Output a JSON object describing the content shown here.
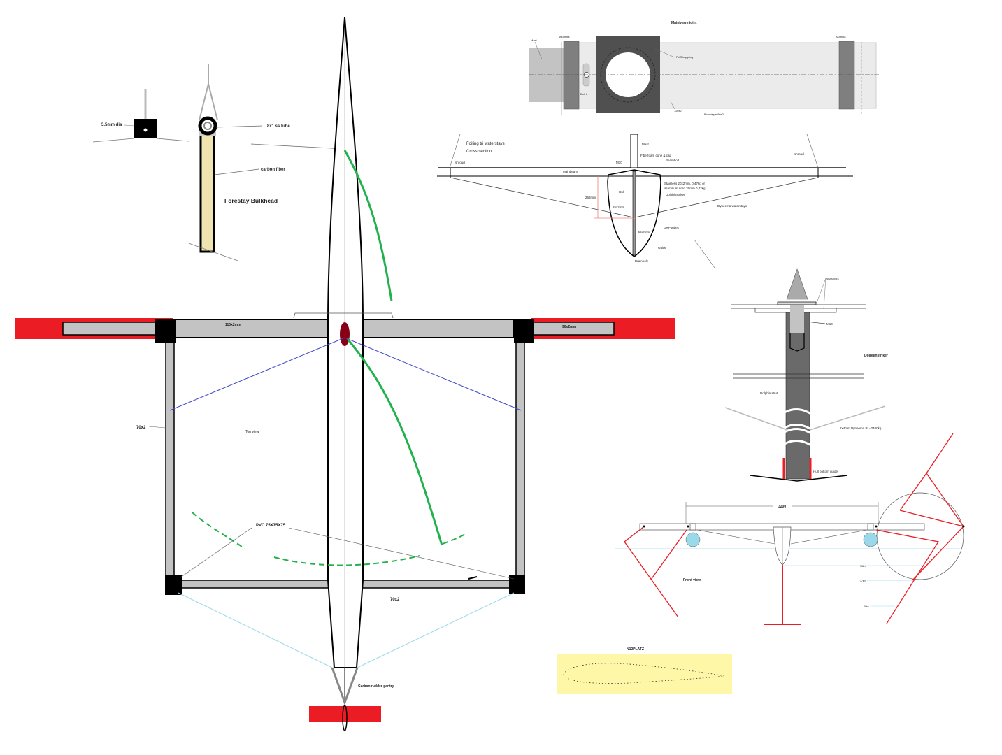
{
  "forestay": {
    "dia_label": "5.5mm dia",
    "tube_label": "8x1 ss tube",
    "carbon_label": "carbon fiber",
    "title": "Forestay Bulkhead"
  },
  "top_view": {
    "title": "Top view",
    "mainbeam_label": "110x2mm",
    "outer_beam_label": "90x2mm",
    "side_label": "70x2",
    "aft_label": "70x2",
    "pvc_label": "PVC 75X75X75",
    "gantry_label": "Carbon rudder gantry",
    "colors": {
      "float": "#ec1c24",
      "foil": "#22b14c",
      "stay": "#3f48cc",
      "aft_stay": "#99d9ea",
      "tube": "#c3c3c3"
    }
  },
  "joint": {
    "title": "Mainbeam joint",
    "mast_label": "Mast",
    "band_left_label": "Alumina",
    "band_right_label": "Alumina",
    "bolt_label": "Bolt 8",
    "coupling_label": "PVC koppling",
    "tube_label": "110x2",
    "boom_label": "Boomtype 90x2"
  },
  "cross_section": {
    "title": "Foiling tri waterstays",
    "subtitle": "Cross section",
    "mast": "Mast",
    "shroud_left": "shroud",
    "shroud_right": "shroud",
    "cone": "Fiberfoam cone & cap",
    "m10": "M10",
    "beambolt": "Beambolt",
    "mainbeam": "Mainbeam",
    "hull": "Hull",
    "striker_spec": "Stainless 20x2mm, 0,47kg or",
    "striker_spec2": "aluminum solid 20mm 0,42kg",
    "dolphinstriker": "Dolphinstriker",
    "height": "268mm",
    "tube25": "25x2mm",
    "waterstays": "Dyneema waterstays",
    "grp": "GRP tubes",
    "tube30": "30x2mm",
    "guide": "Guide",
    "drainhole": "Drainhole"
  },
  "striker": {
    "washers": "Washers",
    "m10": "M10",
    "title": "Dolphinstriker",
    "strut": "Dolphin strut",
    "dyneema": "2x4mm Dyneema BL=2400kg",
    "guide": "Hull bottom guide"
  },
  "front_view": {
    "title": "Front view",
    "span": "3200",
    "speeds": [
      "13kn",
      "17kn",
      "20kn"
    ]
  },
  "airfoil": {
    "title": "N12PLATZ"
  }
}
